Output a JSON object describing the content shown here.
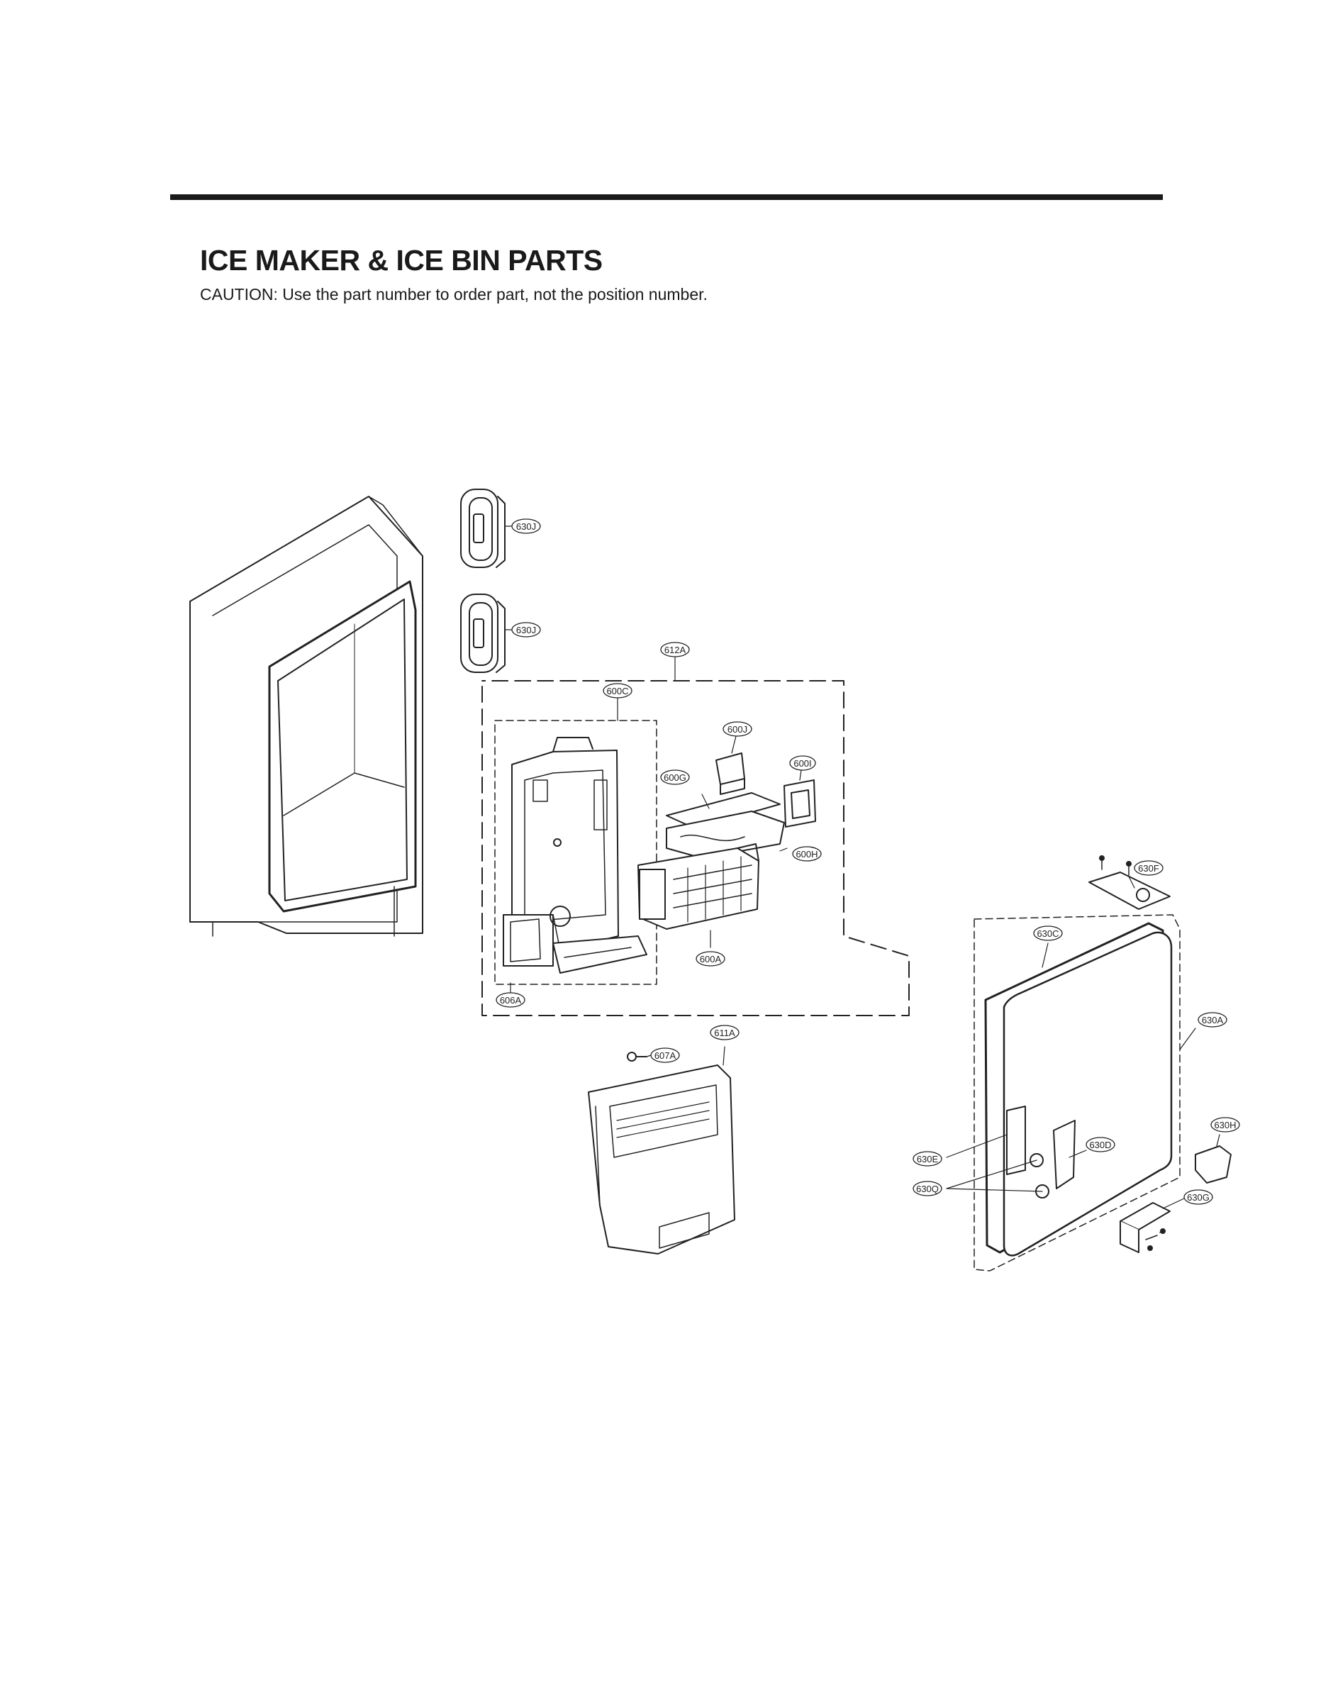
{
  "header": {
    "title": "ICE MAKER & ICE BIN PARTS",
    "caution": "CAUTION: Use the part number to order part, not the position number."
  },
  "callouts": [
    {
      "id": "c-630J-1",
      "label": "630J"
    },
    {
      "id": "c-630J-2",
      "label": "630J"
    },
    {
      "id": "c-612A",
      "label": "612A"
    },
    {
      "id": "c-600C",
      "label": "600C"
    },
    {
      "id": "c-600J",
      "label": "600J"
    },
    {
      "id": "c-600I",
      "label": "600I"
    },
    {
      "id": "c-600G",
      "label": "600G"
    },
    {
      "id": "c-600H",
      "label": "600H"
    },
    {
      "id": "c-600A",
      "label": "600A"
    },
    {
      "id": "c-606A",
      "label": "606A"
    },
    {
      "id": "c-611A",
      "label": "611A"
    },
    {
      "id": "c-607A",
      "label": "607A"
    },
    {
      "id": "c-630F",
      "label": "630F"
    },
    {
      "id": "c-630C",
      "label": "630C"
    },
    {
      "id": "c-630A",
      "label": "630A"
    },
    {
      "id": "c-630H",
      "label": "630H"
    },
    {
      "id": "c-630D",
      "label": "630D"
    },
    {
      "id": "c-630E",
      "label": "630E"
    },
    {
      "id": "c-630Q",
      "label": "630Q"
    },
    {
      "id": "c-630G",
      "label": "630G"
    }
  ]
}
